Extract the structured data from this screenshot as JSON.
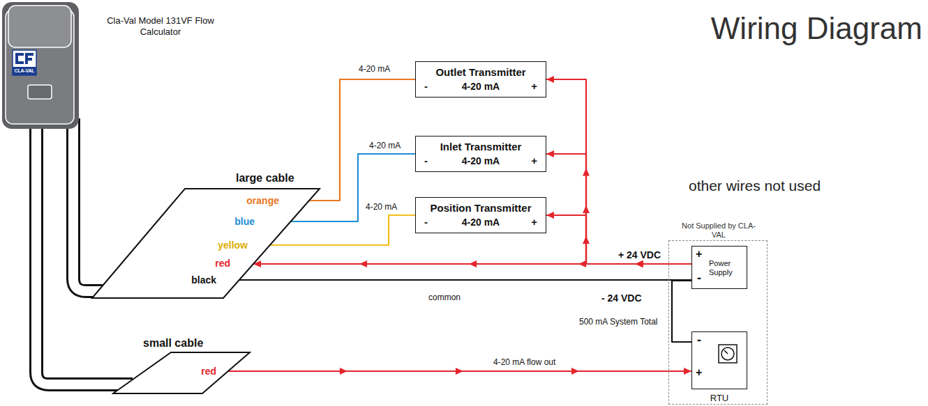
{
  "diagram": {
    "title": "Wiring Diagram",
    "nodes": [
      {
        "text": [
          "Outlet Transmitter",
          "-",
          "4-20 mA",
          "+"
        ]
      },
      {
        "text": [
          "Inlet Transmitter",
          "-",
          "4-20 mA",
          "+"
        ]
      },
      {
        "text": [
          "Position Transmitter",
          "-",
          "4-20 mA",
          "+"
        ]
      },
      {
        "text": [
          "large cable",
          "orange",
          "blue",
          "yellow",
          "red",
          "black"
        ]
      },
      {
        "text": [
          "small cable",
          "red"
        ]
      },
      {
        "text": [
          "Not Supplied by CLA-VAL"
        ]
      },
      {
        "text": [
          "+",
          "Power Supply",
          "-"
        ],
        "in": 5
      },
      {
        "text": [
          "-",
          "+",
          "RTU"
        ],
        "in": 5
      }
    ],
    "edges": [
      {
        "from": 3,
        "to": 0,
        "arrow": "none",
        "label": "4-20 mA"
      },
      {
        "from": 3,
        "to": 1,
        "arrow": "none",
        "label": "4-20 mA"
      },
      {
        "from": 3,
        "to": 2,
        "arrow": "none",
        "label": "4-20 mA"
      },
      {
        "from": 6,
        "to": 3,
        "arrow": "to"
      },
      {
        "from": 6,
        "to": 0,
        "arrow": "to"
      },
      {
        "from": 6,
        "to": 1,
        "arrow": "to"
      },
      {
        "from": 6,
        "to": 2,
        "arrow": "to"
      },
      {
        "from": 3,
        "to": 6,
        "arrow": "none",
        "label": "common"
      },
      {
        "from": 6,
        "to": 7,
        "arrow": "none"
      },
      {
        "from": 4,
        "to": 7,
        "arrow": "to",
        "label": "4-20 mA flow out"
      }
    ],
    "labels": [
      "Cla-Val Model 131VF Flow Calculator",
      "CLA-VAL",
      "other wires not used",
      "+ 24 VDC",
      "- 24 VDC",
      "500 mA System Total"
    ]
  }
}
